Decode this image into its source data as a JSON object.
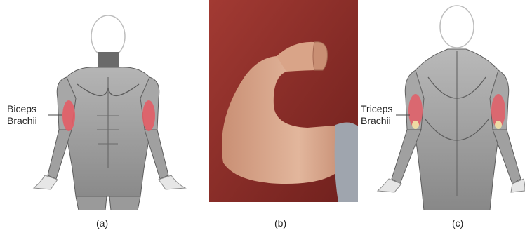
{
  "panels": [
    {
      "caption": "(a)",
      "label": "Biceps\nBrachii"
    },
    {
      "caption": "(b)"
    },
    {
      "caption": "(c)",
      "label": "Triceps\nBrachii"
    }
  ],
  "colors": {
    "highlight": "#e35d66",
    "muscle": "#9a9a9a",
    "background_photo": "#8a2a26",
    "skin": "#d8a98c"
  }
}
